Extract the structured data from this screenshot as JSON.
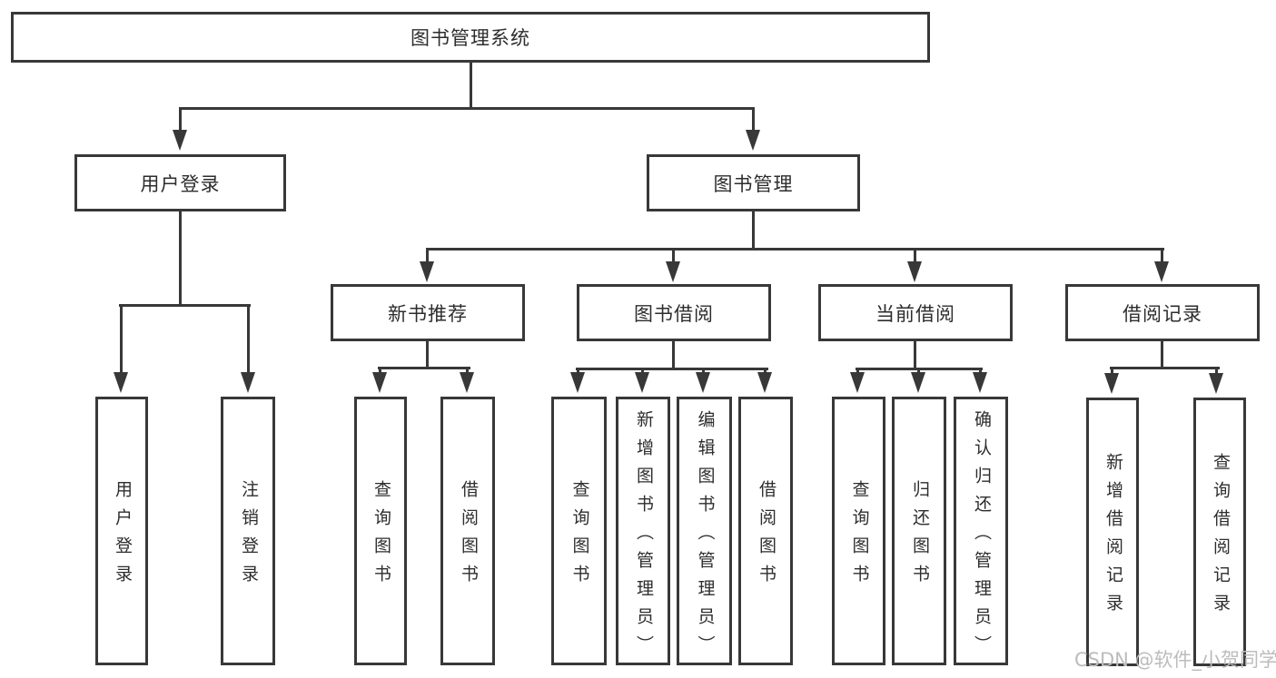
{
  "diagram": {
    "type": "hierarchy-tree",
    "title": "图书管理系统",
    "nodes": {
      "root": {
        "label": "图书管理系统"
      },
      "user_login": {
        "label": "用户登录"
      },
      "book_management": {
        "label": "图书管理"
      },
      "new_book_recommend": {
        "label": "新书推荐"
      },
      "book_borrowing": {
        "label": "图书借阅"
      },
      "current_borrowing": {
        "label": "当前借阅"
      },
      "borrowing_records": {
        "label": "借阅记录"
      },
      "leaf_user_login": {
        "label": "用户登录"
      },
      "leaf_logout": {
        "label": "注销登录"
      },
      "leaf_nb_query_books": {
        "label": "查询图书"
      },
      "leaf_nb_borrow_books": {
        "label": "借阅图书"
      },
      "leaf_bb_query_books": {
        "label": "查询图书"
      },
      "leaf_bb_add_books": {
        "label": "新增图书（管理员）"
      },
      "leaf_bb_edit_books": {
        "label": "编辑图书（管理员）"
      },
      "leaf_bb_borrow_books": {
        "label": "借阅图书"
      },
      "leaf_cb_query_books": {
        "label": "查询图书"
      },
      "leaf_cb_return_books": {
        "label": "归还图书"
      },
      "leaf_cb_confirm_return": {
        "label": "确认归还（管理员）"
      },
      "leaf_br_add_record": {
        "label": "新增借阅记录"
      },
      "leaf_br_query_record": {
        "label": "查询借阅记录"
      }
    },
    "edges": [
      [
        "root",
        "user_login"
      ],
      [
        "root",
        "book_management"
      ],
      [
        "user_login",
        "leaf_user_login"
      ],
      [
        "user_login",
        "leaf_logout"
      ],
      [
        "book_management",
        "new_book_recommend"
      ],
      [
        "book_management",
        "book_borrowing"
      ],
      [
        "book_management",
        "current_borrowing"
      ],
      [
        "book_management",
        "borrowing_records"
      ],
      [
        "new_book_recommend",
        "leaf_nb_query_books"
      ],
      [
        "new_book_recommend",
        "leaf_nb_borrow_books"
      ],
      [
        "book_borrowing",
        "leaf_bb_query_books"
      ],
      [
        "book_borrowing",
        "leaf_bb_add_books"
      ],
      [
        "book_borrowing",
        "leaf_bb_edit_books"
      ],
      [
        "book_borrowing",
        "leaf_bb_borrow_books"
      ],
      [
        "current_borrowing",
        "leaf_cb_query_books"
      ],
      [
        "current_borrowing",
        "leaf_cb_return_books"
      ],
      [
        "current_borrowing",
        "leaf_cb_confirm_return"
      ],
      [
        "borrowing_records",
        "leaf_br_add_record"
      ],
      [
        "borrowing_records",
        "leaf_br_query_record"
      ]
    ],
    "colors": {
      "line": "#383838",
      "text": "#2d2d2d",
      "background": "#ffffff",
      "watermark": "#bcbcbc"
    }
  },
  "watermark": {
    "text": "CSDN @软件_小贺同学"
  }
}
